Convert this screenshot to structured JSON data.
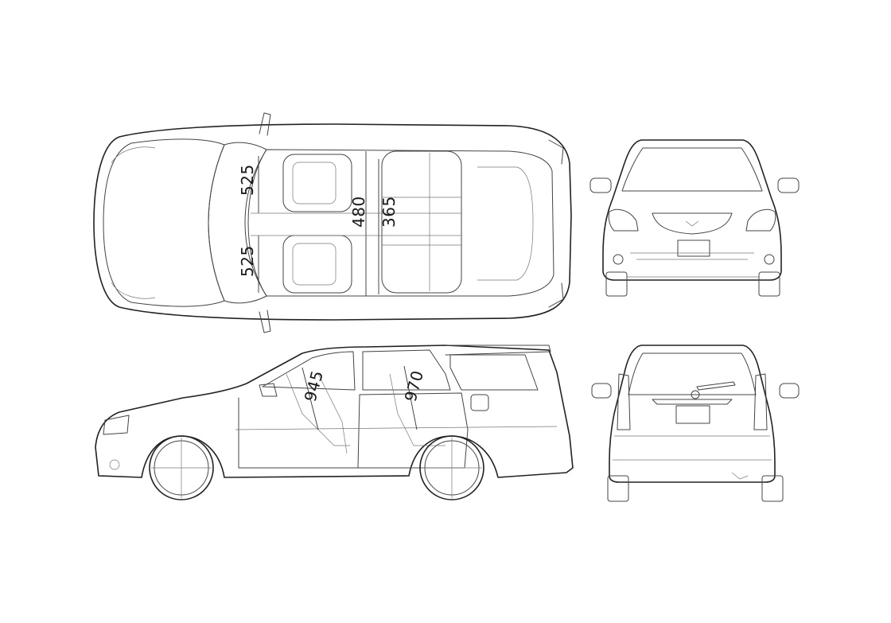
{
  "drawing": {
    "views": [
      "top-view",
      "front-view",
      "side-view",
      "rear-view"
    ],
    "line_color": "#222222",
    "background": "#ffffff",
    "dimensions": {
      "top_front_seat_left": "525",
      "top_front_seat_right": "525",
      "top_cabin_width": "480",
      "top_rear_seat": "365",
      "side_front_headroom": "945",
      "side_rear_headroom": "970"
    }
  }
}
